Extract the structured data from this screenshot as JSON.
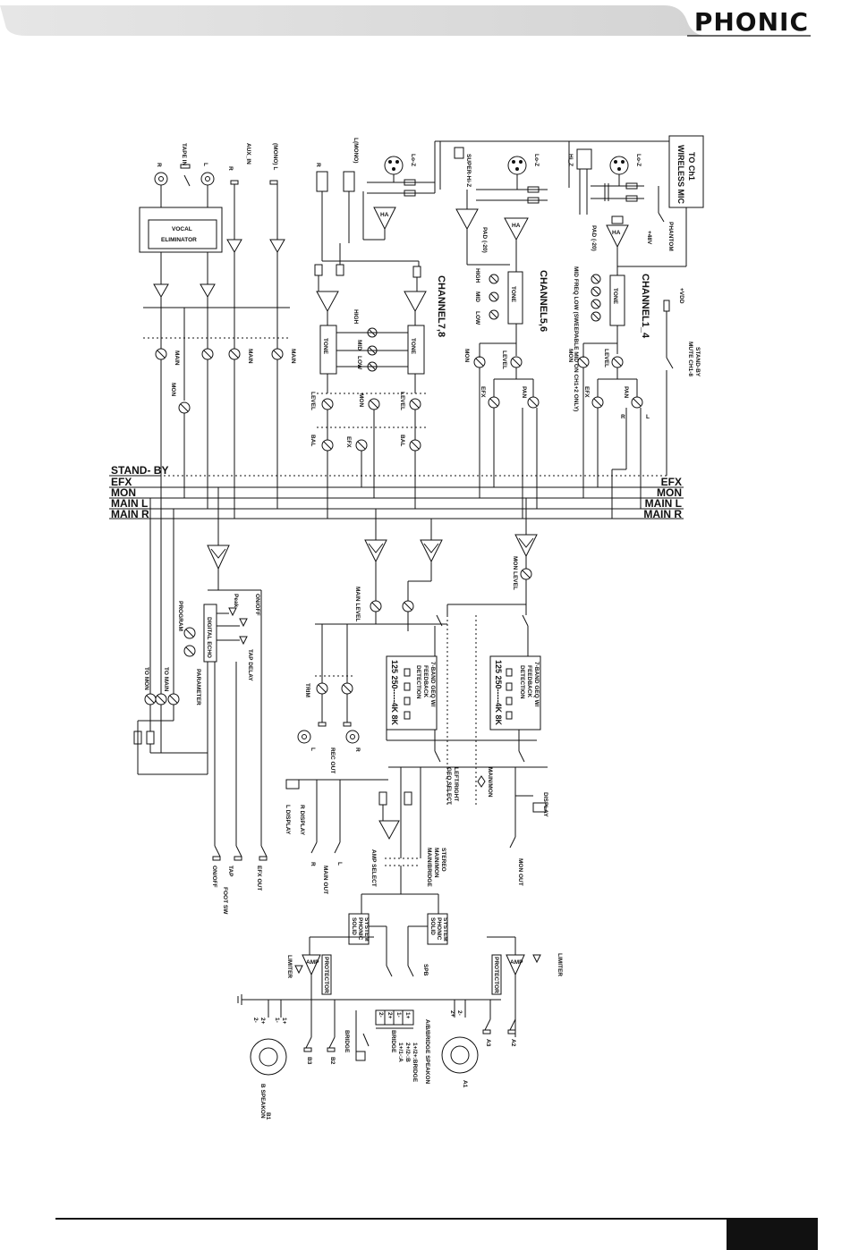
{
  "header": {
    "brand": "PHONIC"
  },
  "buses": [
    "STAND- BY",
    "EFX",
    "MON",
    "MAIN L",
    "MAIN R"
  ],
  "buses_right": [
    "EFX",
    "MON",
    "MAIN L",
    "MAIN R"
  ],
  "channels": {
    "ch78": "CHANNEL7,8",
    "ch56": "CHANNEL5,6",
    "ch14": "CHANNEL1_4"
  },
  "labels": {
    "wireless": "WIRELESS MIC",
    "wireless2": "TO Ch1",
    "phantom": "PHANTOM",
    "v48": "+48V",
    "vdd": "+VDD",
    "standby": "STAND-BY",
    "mute": "MUTE CH1-8",
    "vocal1": "VOCAL",
    "vocal2": "ELIMINATOR",
    "tapein": "TAPE IN",
    "auxin": "AUX_IN",
    "mono": "(MONO) L",
    "lmono": "L(MONO)",
    "loz": "Lo-Z",
    "hiz": "Hi_Z",
    "superhiz": "SUPER-Hi-Z",
    "pad": "PAD (-20)",
    "ha": "HA",
    "tone": "TONE",
    "high": "HIGH",
    "mid": "MID",
    "low": "LOW",
    "mon": "MON",
    "level": "LEVEL",
    "efx": "EFX",
    "pan": "PAN",
    "bal": "BAL",
    "main": "MAIN",
    "r": "R",
    "l": "L",
    "midnote": "MID FREQ LOW (SWEEPABLE MID ON CH1+2 ONLY)",
    "digitalecho": "DIGITAL ECHO",
    "program": "PROGRAM",
    "parameter": "PARAMETER",
    "peak": "Peak",
    "onoff": "ON/OFF",
    "tapdelay": "TAP DELAY",
    "tomon": "TO MON",
    "tomain": "TO MAIN",
    "mainlevel": "MAIN LEVEL",
    "monlevel": "MON LEVEL",
    "geq1": "7-BAND GEQ W/",
    "geq2": "FEEDBACK",
    "geq3": "DETECTION",
    "geqbands": "125 250-----4K 8K",
    "trim": "TRIM",
    "recout": "REC OUT",
    "leftright": "LEFT/RIGHT",
    "geqselect": "GEQ SELECT",
    "mainmon": "MAIN/MON",
    "display": "DISPLAY",
    "ldisplay": "L DISPLAY",
    "rdisplay": "R DISPLAY",
    "stereo": "STEREO",
    "mainmon2": "MAIN/MON",
    "mainbridge": "MAIN/BRIDGE",
    "ampselect": "AMP SELECT",
    "mainout": "MAIN OUT",
    "monout": "MON OUT",
    "efxout": "EFX OUT",
    "footsw": "FOOT SW",
    "tap": "TAP",
    "solid1": "SOLID",
    "solid2": "PHONIC",
    "solid3": "SYSTEM",
    "spb": "SPB",
    "limiter": "LIMITER",
    "amp": "AMP",
    "protector": "PROTECTOR",
    "bspeakon": "B SPEAKON",
    "aspeakon": "A/B/BRIDGE SPEAKON",
    "bridge": "BRIDGE",
    "b1": "B1",
    "b2": "B2",
    "b3": "B3",
    "a1": "A1",
    "a2": "A2",
    "a3": "A3",
    "pinmap1": "1+/1-:A",
    "pinmap2": "2+/2-:B",
    "pinmap3": "1+/2+:BRIDGE",
    "pin1p": "1+",
    "pin1m": "1-",
    "pin2p": "2+",
    "pin2m": "2-"
  }
}
